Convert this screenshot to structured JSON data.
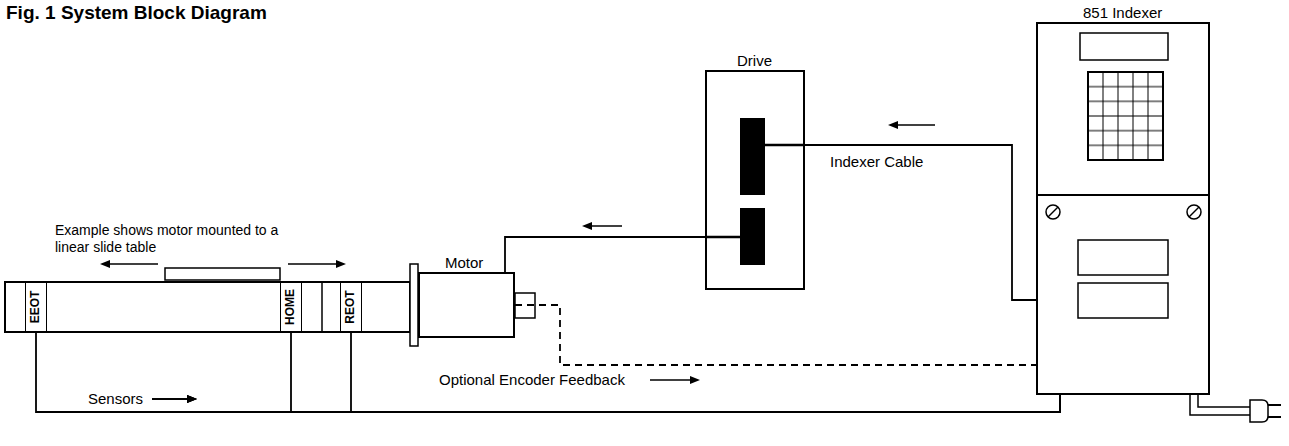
{
  "diagram": {
    "title": "Fig. 1 System Block Diagram",
    "nodes": [
      {
        "text": [
          "851 Indexer"
        ]
      },
      {
        "text": [
          "Drive"
        ]
      },
      {
        "text": [
          "Motor"
        ]
      },
      {
        "text": [
          "EEOT"
        ]
      },
      {
        "text": [
          "HOME"
        ]
      },
      {
        "text": [
          "REOT"
        ]
      }
    ],
    "edges": [
      {
        "from": 0,
        "to": 1,
        "label": "Indexer Cable",
        "arrow": "to"
      },
      {
        "from": 1,
        "to": 2,
        "arrow": "to"
      },
      {
        "from": 2,
        "to": 0,
        "label": "Optional Encoder Feedback",
        "arrow": "to"
      },
      {
        "from": 3,
        "to": 0,
        "label": "Sensors",
        "arrow": "to"
      },
      {
        "from": 4,
        "to": 0,
        "arrow": "to"
      },
      {
        "from": 5,
        "to": 0,
        "arrow": "to"
      }
    ],
    "labels": [
      "Example shows motor mounted to a linear slide table"
    ]
  }
}
